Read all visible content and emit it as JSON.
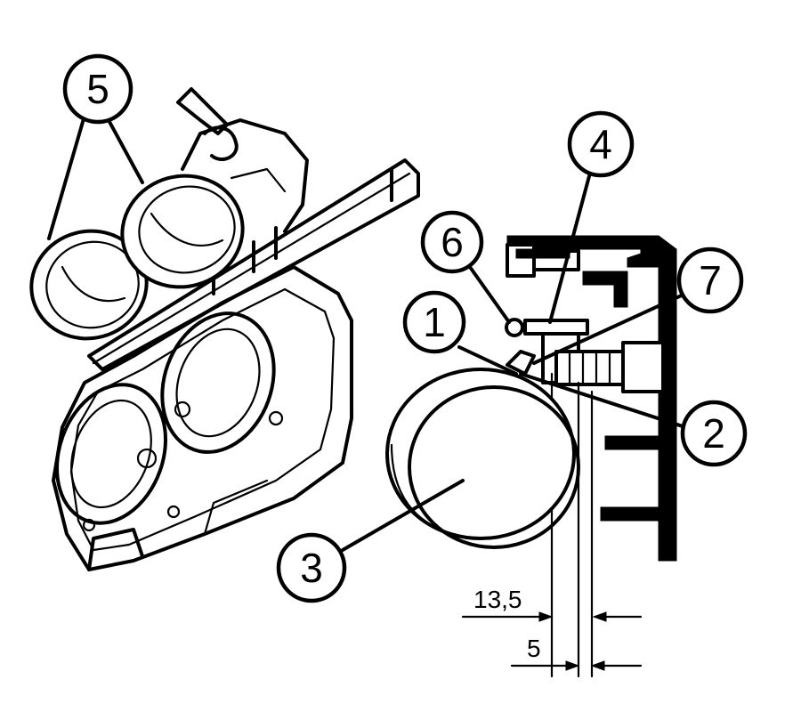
{
  "callouts": {
    "c1": "1",
    "c2": "2",
    "c3": "3",
    "c4": "4",
    "c5": "5",
    "c6": "6",
    "c7": "7"
  },
  "dimensions": {
    "d_outer": "13,5",
    "d_inner": "5"
  }
}
